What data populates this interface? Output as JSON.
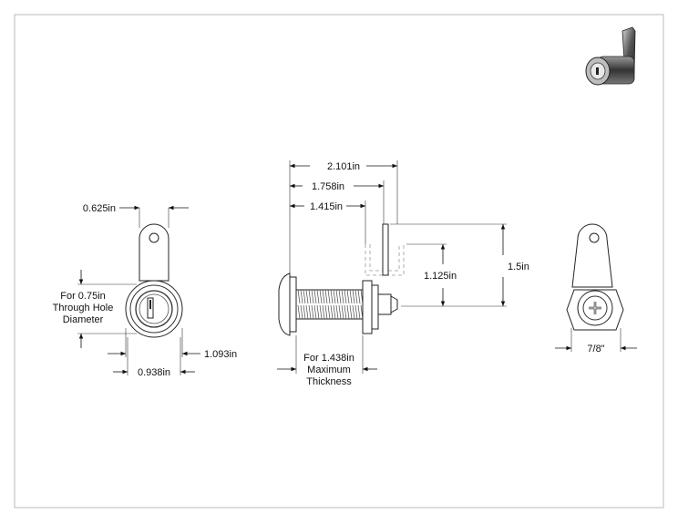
{
  "dimensions": {
    "front_width": "0.625in",
    "hole_note": [
      "For 0.75in",
      "Through Hole",
      "Diameter"
    ],
    "front_height": "1.093in",
    "front_base": "0.938in",
    "overall_length": "2.101in",
    "mid_length": "1.758in",
    "short_length": "1.415in",
    "cam_height": "1.125in",
    "overall_height": "1.5in",
    "thickness_note": [
      "For 1.438in",
      "Maximum",
      "Thickness"
    ],
    "rear_width": "7/8\""
  },
  "colors": {
    "line": "#111111",
    "border": "#bbbbbb",
    "ghost": "#999999"
  }
}
